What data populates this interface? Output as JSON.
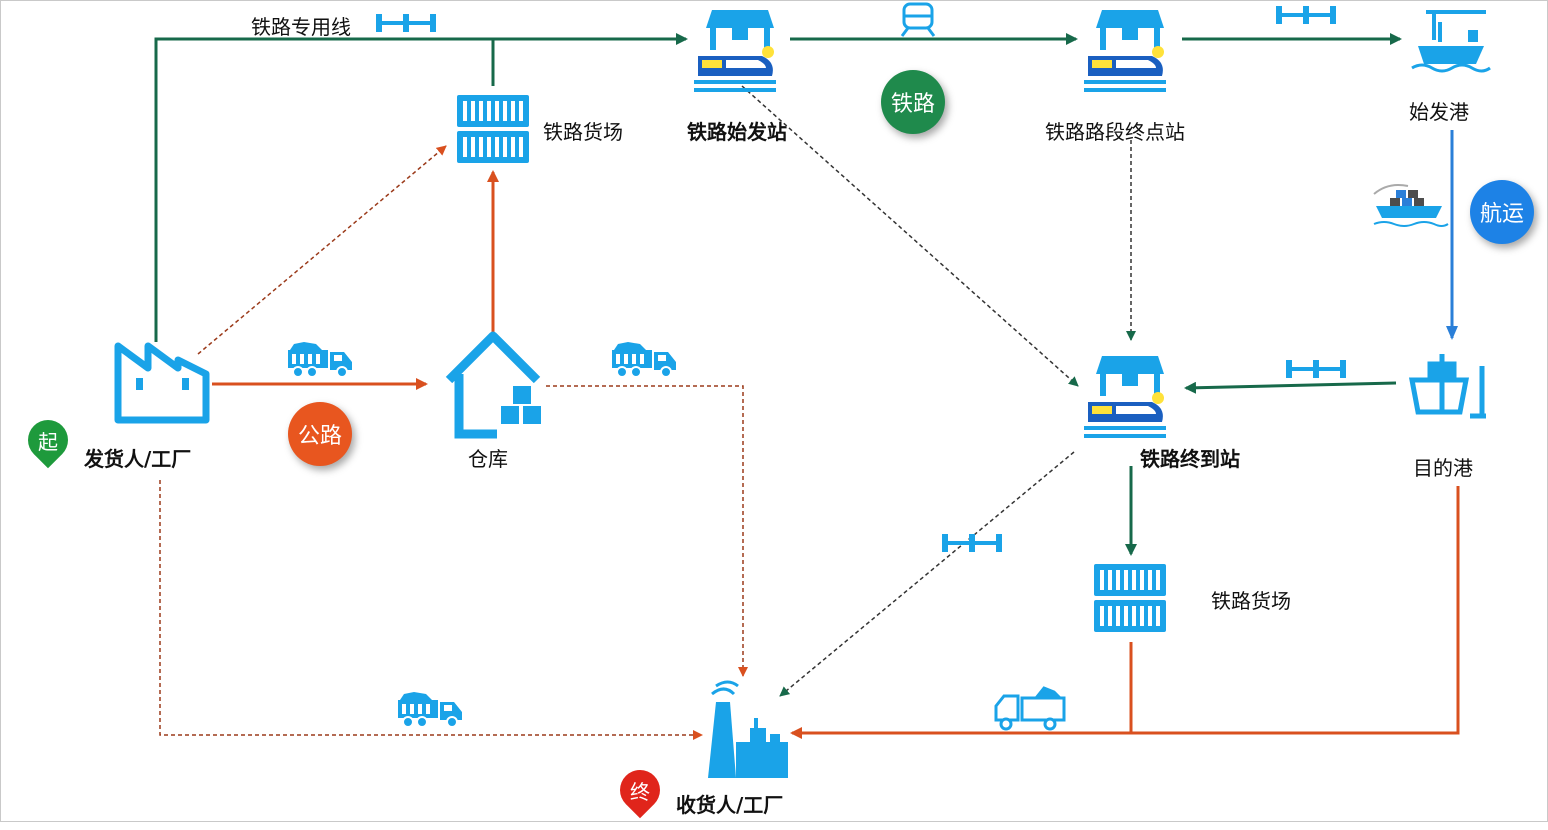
{
  "colors": {
    "rail": "#17694a",
    "road": "#d9501f",
    "ship": "#2a7fd8",
    "icon": "#1aa3e8",
    "dash": "#333333",
    "dash_road": "#9b3a1a",
    "start_pin": "#1e9a3c",
    "end_pin": "#e0251b"
  },
  "nodes": {
    "private_line": "铁路专用线",
    "rail_yard_1": "铁路货场",
    "origin_station": "铁路始发站",
    "segment_terminal": "铁路路段终点站",
    "origin_port": "始发港",
    "shipper": "发货人/工厂",
    "warehouse": "仓库",
    "destination_station": "铁路终到站",
    "destination_port": "目的港",
    "rail_yard_2": "铁路货场",
    "consignee": "收货人/工厂"
  },
  "modes": {
    "rail": "铁路",
    "road": "公路",
    "shipping": "航运"
  },
  "pins": {
    "start": "起",
    "end": "终"
  }
}
